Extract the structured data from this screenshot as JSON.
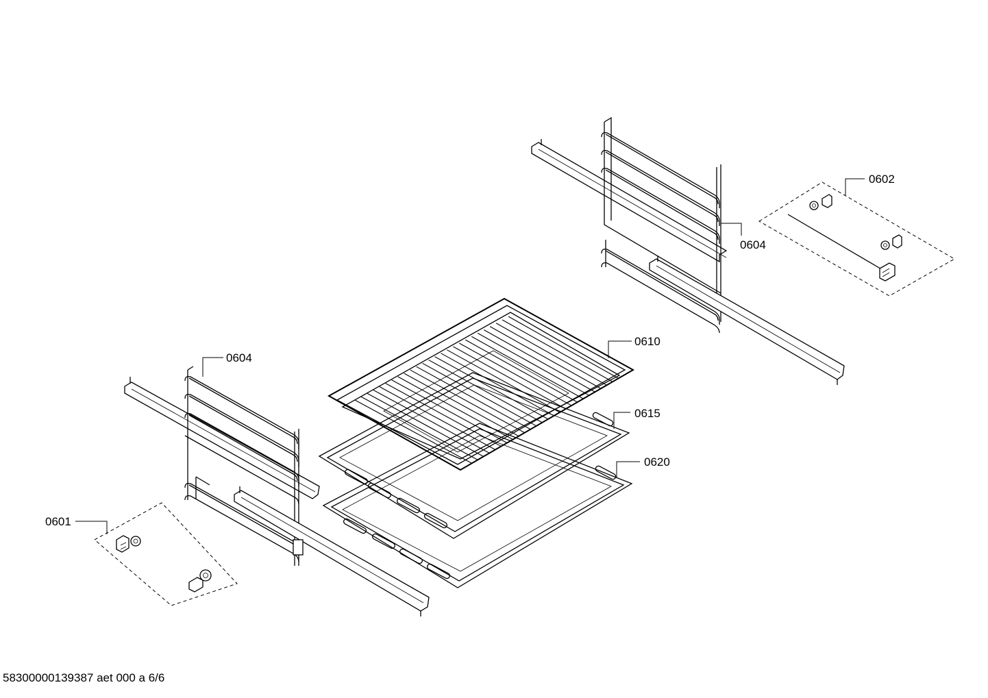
{
  "labels": {
    "l0602": "0602",
    "l0604a": "0604",
    "l0604b": "0604",
    "l0610": "0610",
    "l0615": "0615",
    "l0620": "0620",
    "l0601": "0601"
  },
  "footer": "58300000139387 aet 000 a 6/6"
}
